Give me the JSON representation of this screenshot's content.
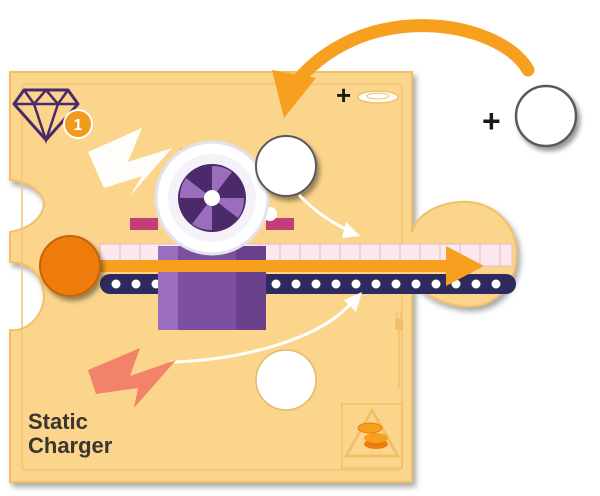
{
  "card": {
    "name_line1": "Static",
    "name_line2": "Charger",
    "level": "1",
    "cost_symbol": "+",
    "reward_symbol": "+"
  },
  "icons": {
    "rank": "diamond-icon",
    "cost": "plate-icon",
    "power": "plug-icon",
    "recycle": "recycle-coins-icon",
    "energy": "lightning-bolt-icon"
  },
  "colors": {
    "card_fill": "#fbd58c",
    "card_border": "#f0c068",
    "accent_orange": "#f7a020",
    "input_orange": "#ee7b0c",
    "machine_purple": "#7c4fa0",
    "belt_dark": "#2f2a5e",
    "bolt_salmon": "#f2826a"
  }
}
